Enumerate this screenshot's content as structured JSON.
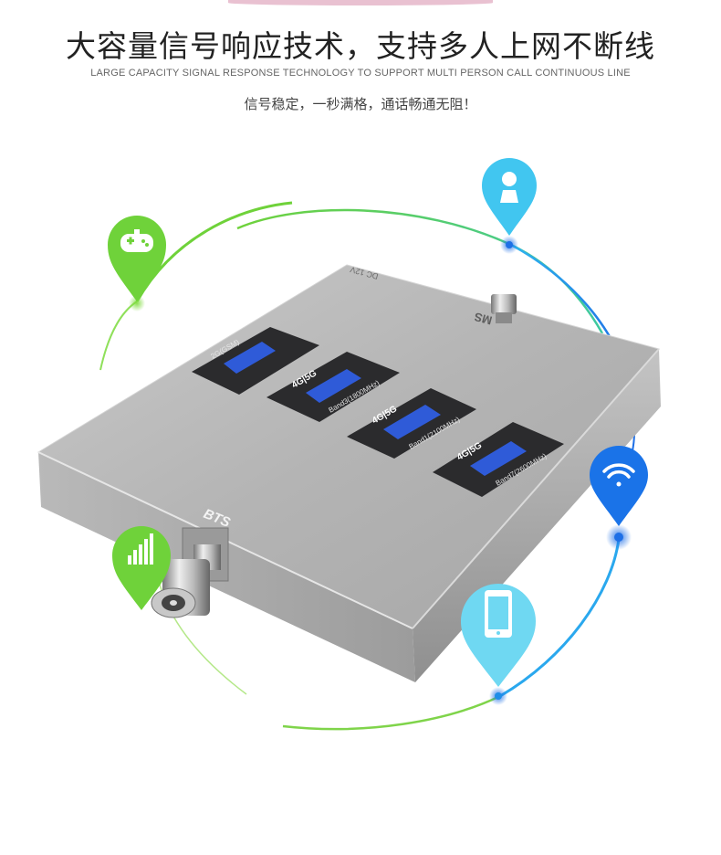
{
  "header": {
    "title": "大容量信号响应技术，支持多人上网不断线",
    "subtitle": "LARGE CAPACITY SIGNAL RESPONSE TECHNOLOGY TO SUPPORT MULTI PERSON CALL CONTINUOUS LINE",
    "tagline": "信号稳定，一秒满格，通话畅通无阻！"
  },
  "device": {
    "power_label": "DC 12V",
    "ms_port_label": "MS",
    "bts_port_label": "BTS",
    "bands": [
      {
        "prefix": "",
        "name": "2G(GSM)"
      },
      {
        "prefix": "4G|5G",
        "name": "Band3(1800MHz)"
      },
      {
        "prefix": "4G|5G",
        "name": "Band1(2100MHz)"
      },
      {
        "prefix": "4G|5G",
        "name": "Band7(2600MHz)"
      }
    ]
  },
  "pins": [
    {
      "icon": "gamepad-icon",
      "color": "#6fd23a"
    },
    {
      "icon": "user-icon",
      "color": "#41c6f0"
    },
    {
      "icon": "wifi-icon",
      "color": "#1a73e8"
    },
    {
      "icon": "smartphone-icon",
      "color": "#6fd8f2"
    },
    {
      "icon": "signal-bars-icon",
      "color": "#6fd23a"
    }
  ]
}
